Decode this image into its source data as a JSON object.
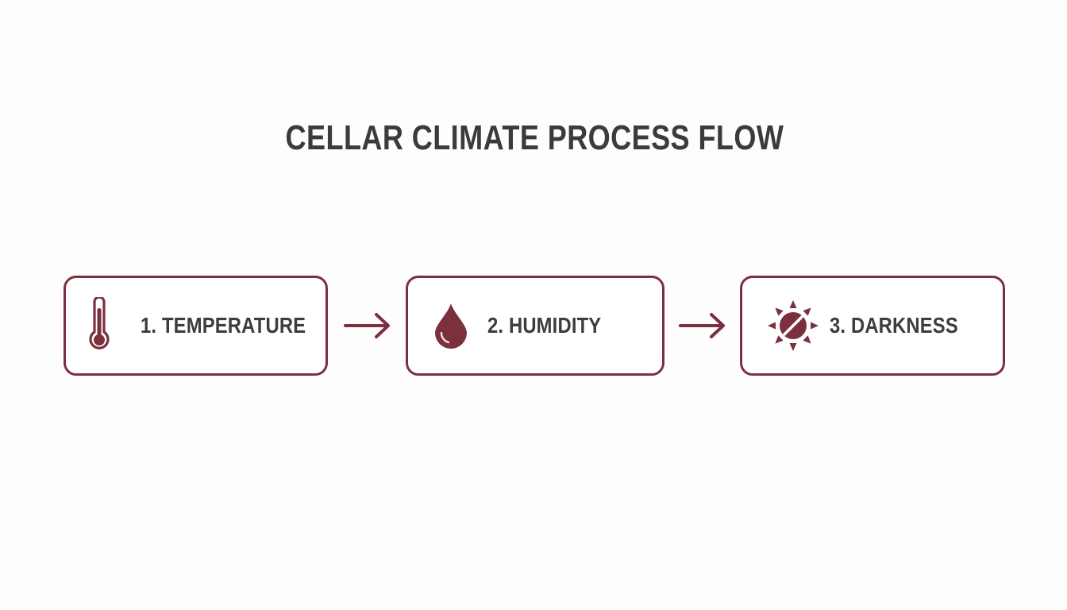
{
  "diagram": {
    "title": "CELLAR CLIMATE PROCESS FLOW",
    "accent_color": "#7c2f3c",
    "text_color": "#3d3d3d",
    "steps": [
      {
        "label": "1. TEMPERATURE",
        "icon": "thermometer-icon"
      },
      {
        "label": "2. HUMIDITY",
        "icon": "water-drop-icon"
      },
      {
        "label": "3. DARKNESS",
        "icon": "no-sun-icon"
      }
    ],
    "connectors": [
      {
        "from": "1. TEMPERATURE",
        "to": "2. HUMIDITY"
      },
      {
        "from": "2. HUMIDITY",
        "to": "3. DARKNESS"
      }
    ]
  }
}
